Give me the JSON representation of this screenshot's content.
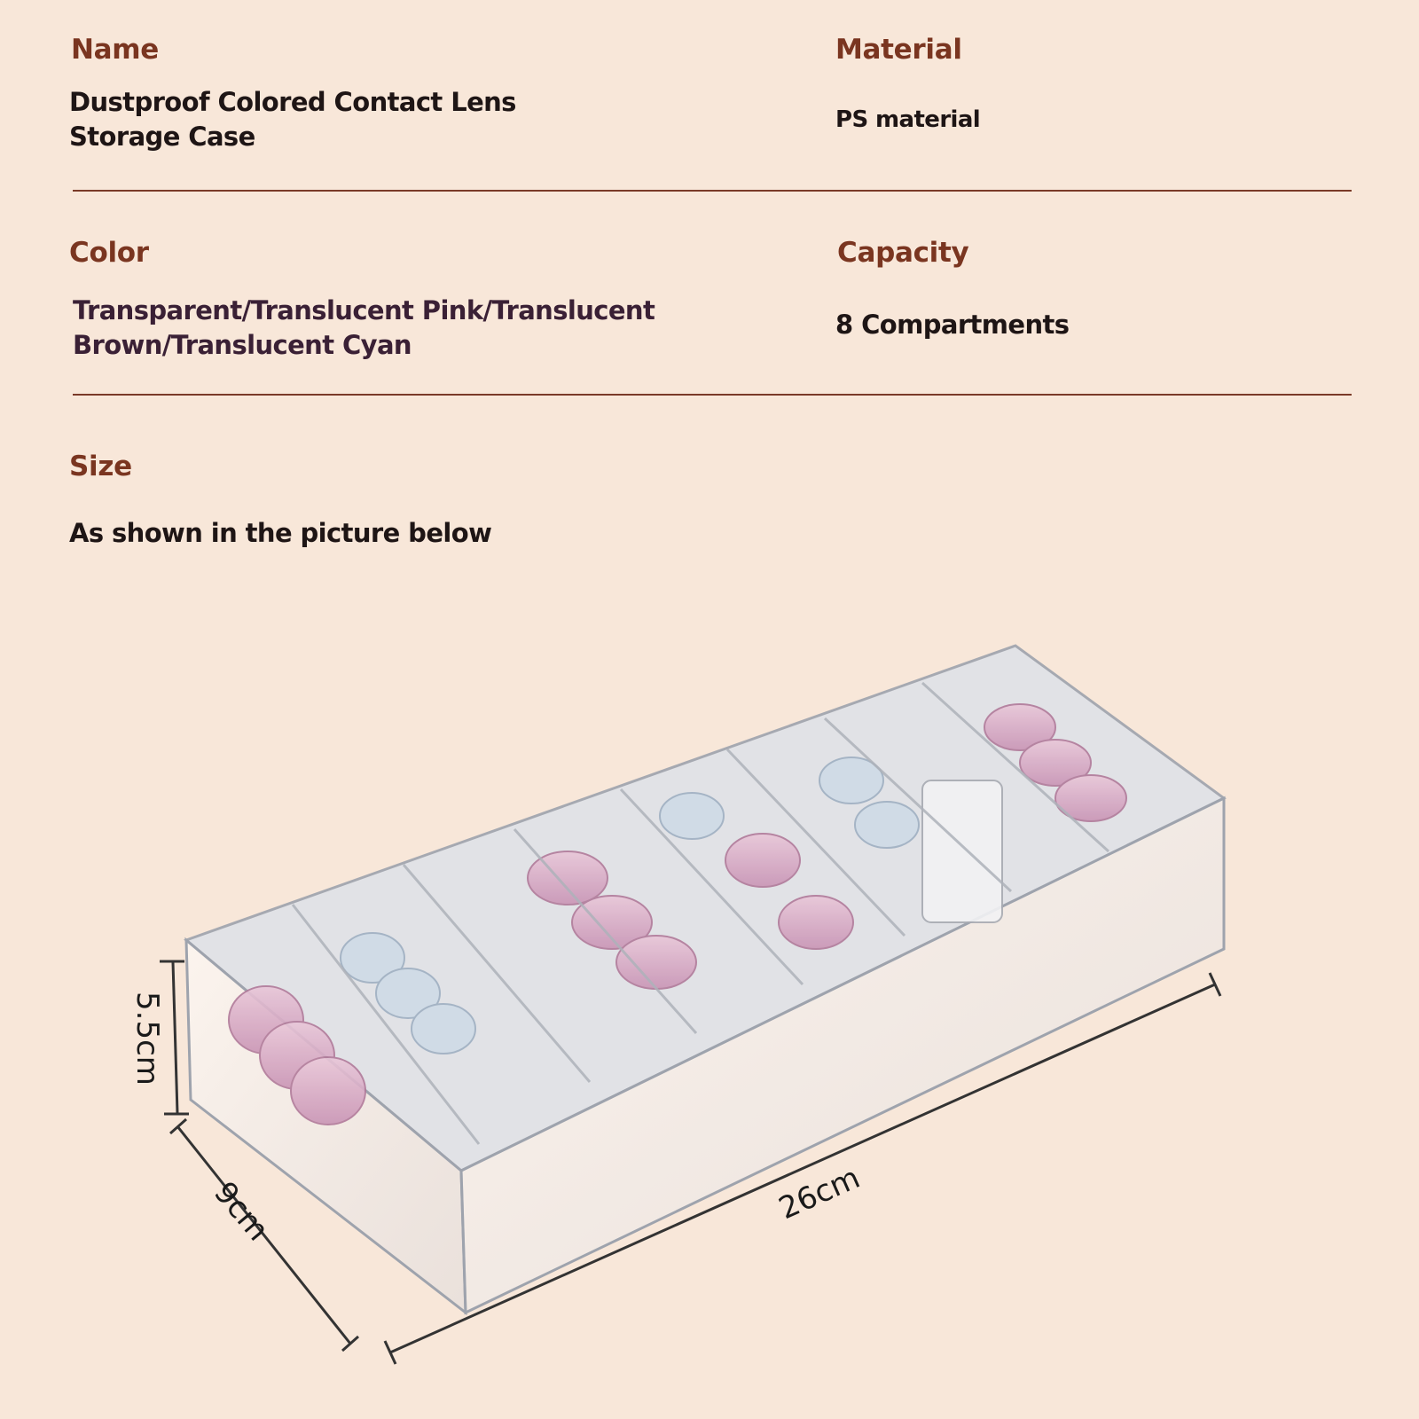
{
  "specs": {
    "name": {
      "label": "Name",
      "value_line1": "Dustproof Colored Contact Lens",
      "value_line2": "Storage Case"
    },
    "material": {
      "label": "Material",
      "value": "PS material"
    },
    "color": {
      "label": "Color",
      "value_line1": "Transparent/Translucent Pink/Translucent",
      "value_line2": "Brown/Translucent Cyan"
    },
    "capacity": {
      "label": "Capacity",
      "value": "8 Compartments"
    },
    "size": {
      "label": "Size",
      "value": "As shown in the picture below"
    }
  },
  "dimensions": {
    "height": "5.5cm",
    "depth": "9cm",
    "length": "26cm"
  },
  "colors": {
    "background": "#f8e7d9",
    "label": "#7a3520",
    "rule": "#7a3a28"
  },
  "icons": [
    "lens-case-illustration"
  ]
}
